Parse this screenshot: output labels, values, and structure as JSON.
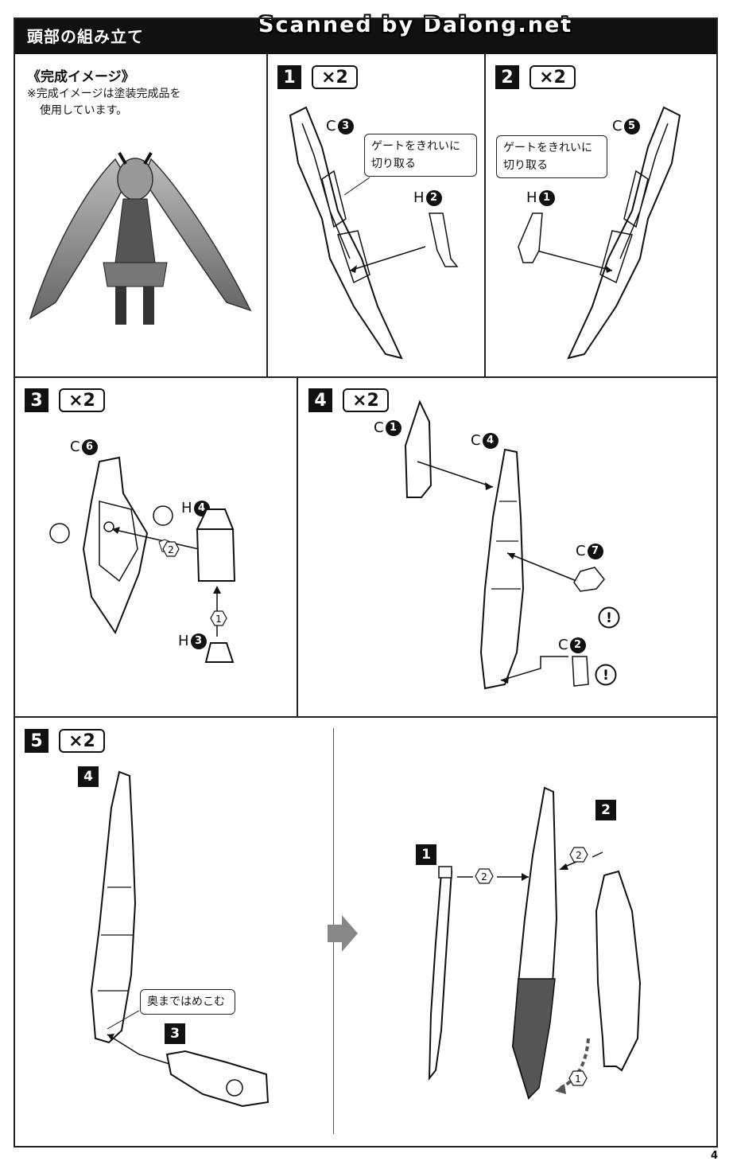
{
  "header": {
    "title": "頭部の組み立て",
    "watermark": "Scanned by Dalong.net"
  },
  "finished_image": {
    "heading": "《完成イメージ》",
    "note_line1": "※完成イメージは塗装完成品を",
    "note_line2": "使用しています。"
  },
  "steps": {
    "s1": {
      "number": "1",
      "multiplier": "×2",
      "part_a_letter": "C",
      "part_a_num": "3",
      "part_b_letter": "H",
      "part_b_num": "2",
      "callout_line1": "ゲートをきれいに",
      "callout_line2": "切り取る"
    },
    "s2": {
      "number": "2",
      "multiplier": "×2",
      "part_a_letter": "C",
      "part_a_num": "5",
      "part_b_letter": "H",
      "part_b_num": "1",
      "callout_line1": "ゲートをきれいに",
      "callout_line2": "切り取る"
    },
    "s3": {
      "number": "3",
      "multiplier": "×2",
      "part_a_letter": "C",
      "part_a_num": "6",
      "part_b_letter": "H",
      "part_b_num": "4",
      "part_c_letter": "H",
      "part_c_num": "3",
      "order1": "1",
      "order2": "2"
    },
    "s4": {
      "number": "4",
      "multiplier": "×2",
      "part_a_letter": "C",
      "part_a_num": "1",
      "part_b_letter": "C",
      "part_b_num": "4",
      "part_c_letter": "C",
      "part_c_num": "7",
      "part_d_letter": "C",
      "part_d_num": "2",
      "warning": "!"
    },
    "s5": {
      "number": "5",
      "multiplier": "×2",
      "ref_4": "4",
      "ref_3": "3",
      "ref_1": "1",
      "ref_2": "2",
      "callout": "奥まではめこむ",
      "order1": "1",
      "order2": "2"
    }
  },
  "page_number": "4"
}
